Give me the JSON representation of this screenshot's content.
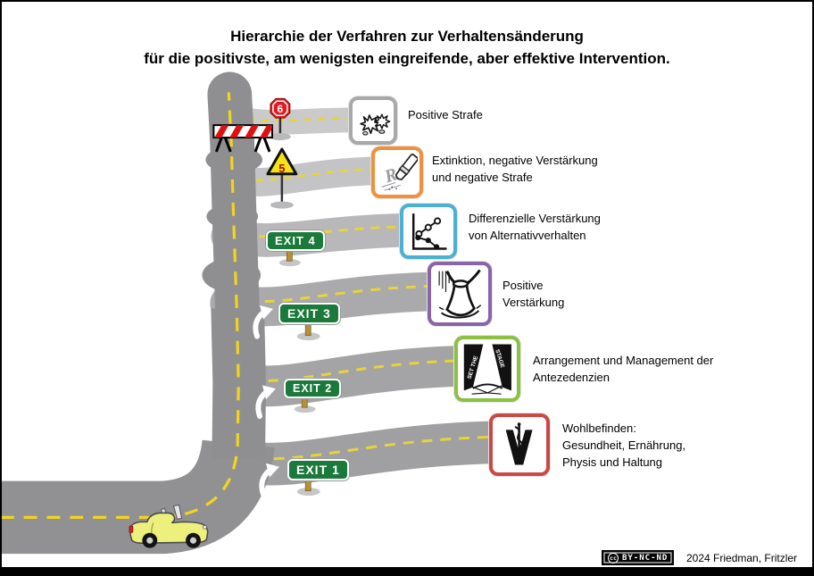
{
  "title": {
    "line1": "Hierarchie der Verfahren zur Verhaltensänderung",
    "line2": "für die positivste, am wenigsten eingreifende, aber effektive Intervention."
  },
  "colors": {
    "road": "#8f8f91",
    "ramp": "#aaaaac",
    "dash_yellow": "#f2d41f",
    "exit_green": "#1b7a3b",
    "barrier_red": "#dd1111",
    "stop_sign_red": "#e11b22",
    "warning_yellow": "#f7e214",
    "car_yellow": "#edf07c"
  },
  "levels": [
    {
      "label": "Positive Strafe",
      "color": "#a9a9ab",
      "icon": "burrs-icon"
    },
    {
      "label": "Extinktion, negative Verstärkung\nund negative Strafe",
      "color": "#ef913c",
      "icon": "eraser-icon",
      "icon_text": "R"
    },
    {
      "label": "Differenzielle Verstärkung\nvon Alternativverhalten",
      "color": "#4ab0d4",
      "icon": "chart-icon"
    },
    {
      "label": "Positive\nVerstärkung",
      "color": "#8a64a8",
      "icon": "clay-shaping-icon"
    },
    {
      "label": "Arrangement und Management der\nAntezedenzien",
      "color": "#8cc043",
      "icon": "stage-icon",
      "icon_text_left": "SET THE",
      "icon_text_right": "STAGE"
    },
    {
      "label": "Wohlbefinden:\nGesundheit, Ernährung,\nPhysis und Haltung",
      "color": "#cb4846",
      "icon": "vet-icon"
    }
  ],
  "exits": [
    {
      "label": "EXIT 4"
    },
    {
      "label": "EXIT 3"
    },
    {
      "label": "EXIT 2"
    },
    {
      "label": "EXIT 1"
    }
  ],
  "road_signs": {
    "blocked_number": "6",
    "warning_number": "5"
  },
  "footer": {
    "cc": "cc",
    "license": "BY-NC-ND",
    "credit": "2024 Friedman, Fritzler"
  }
}
